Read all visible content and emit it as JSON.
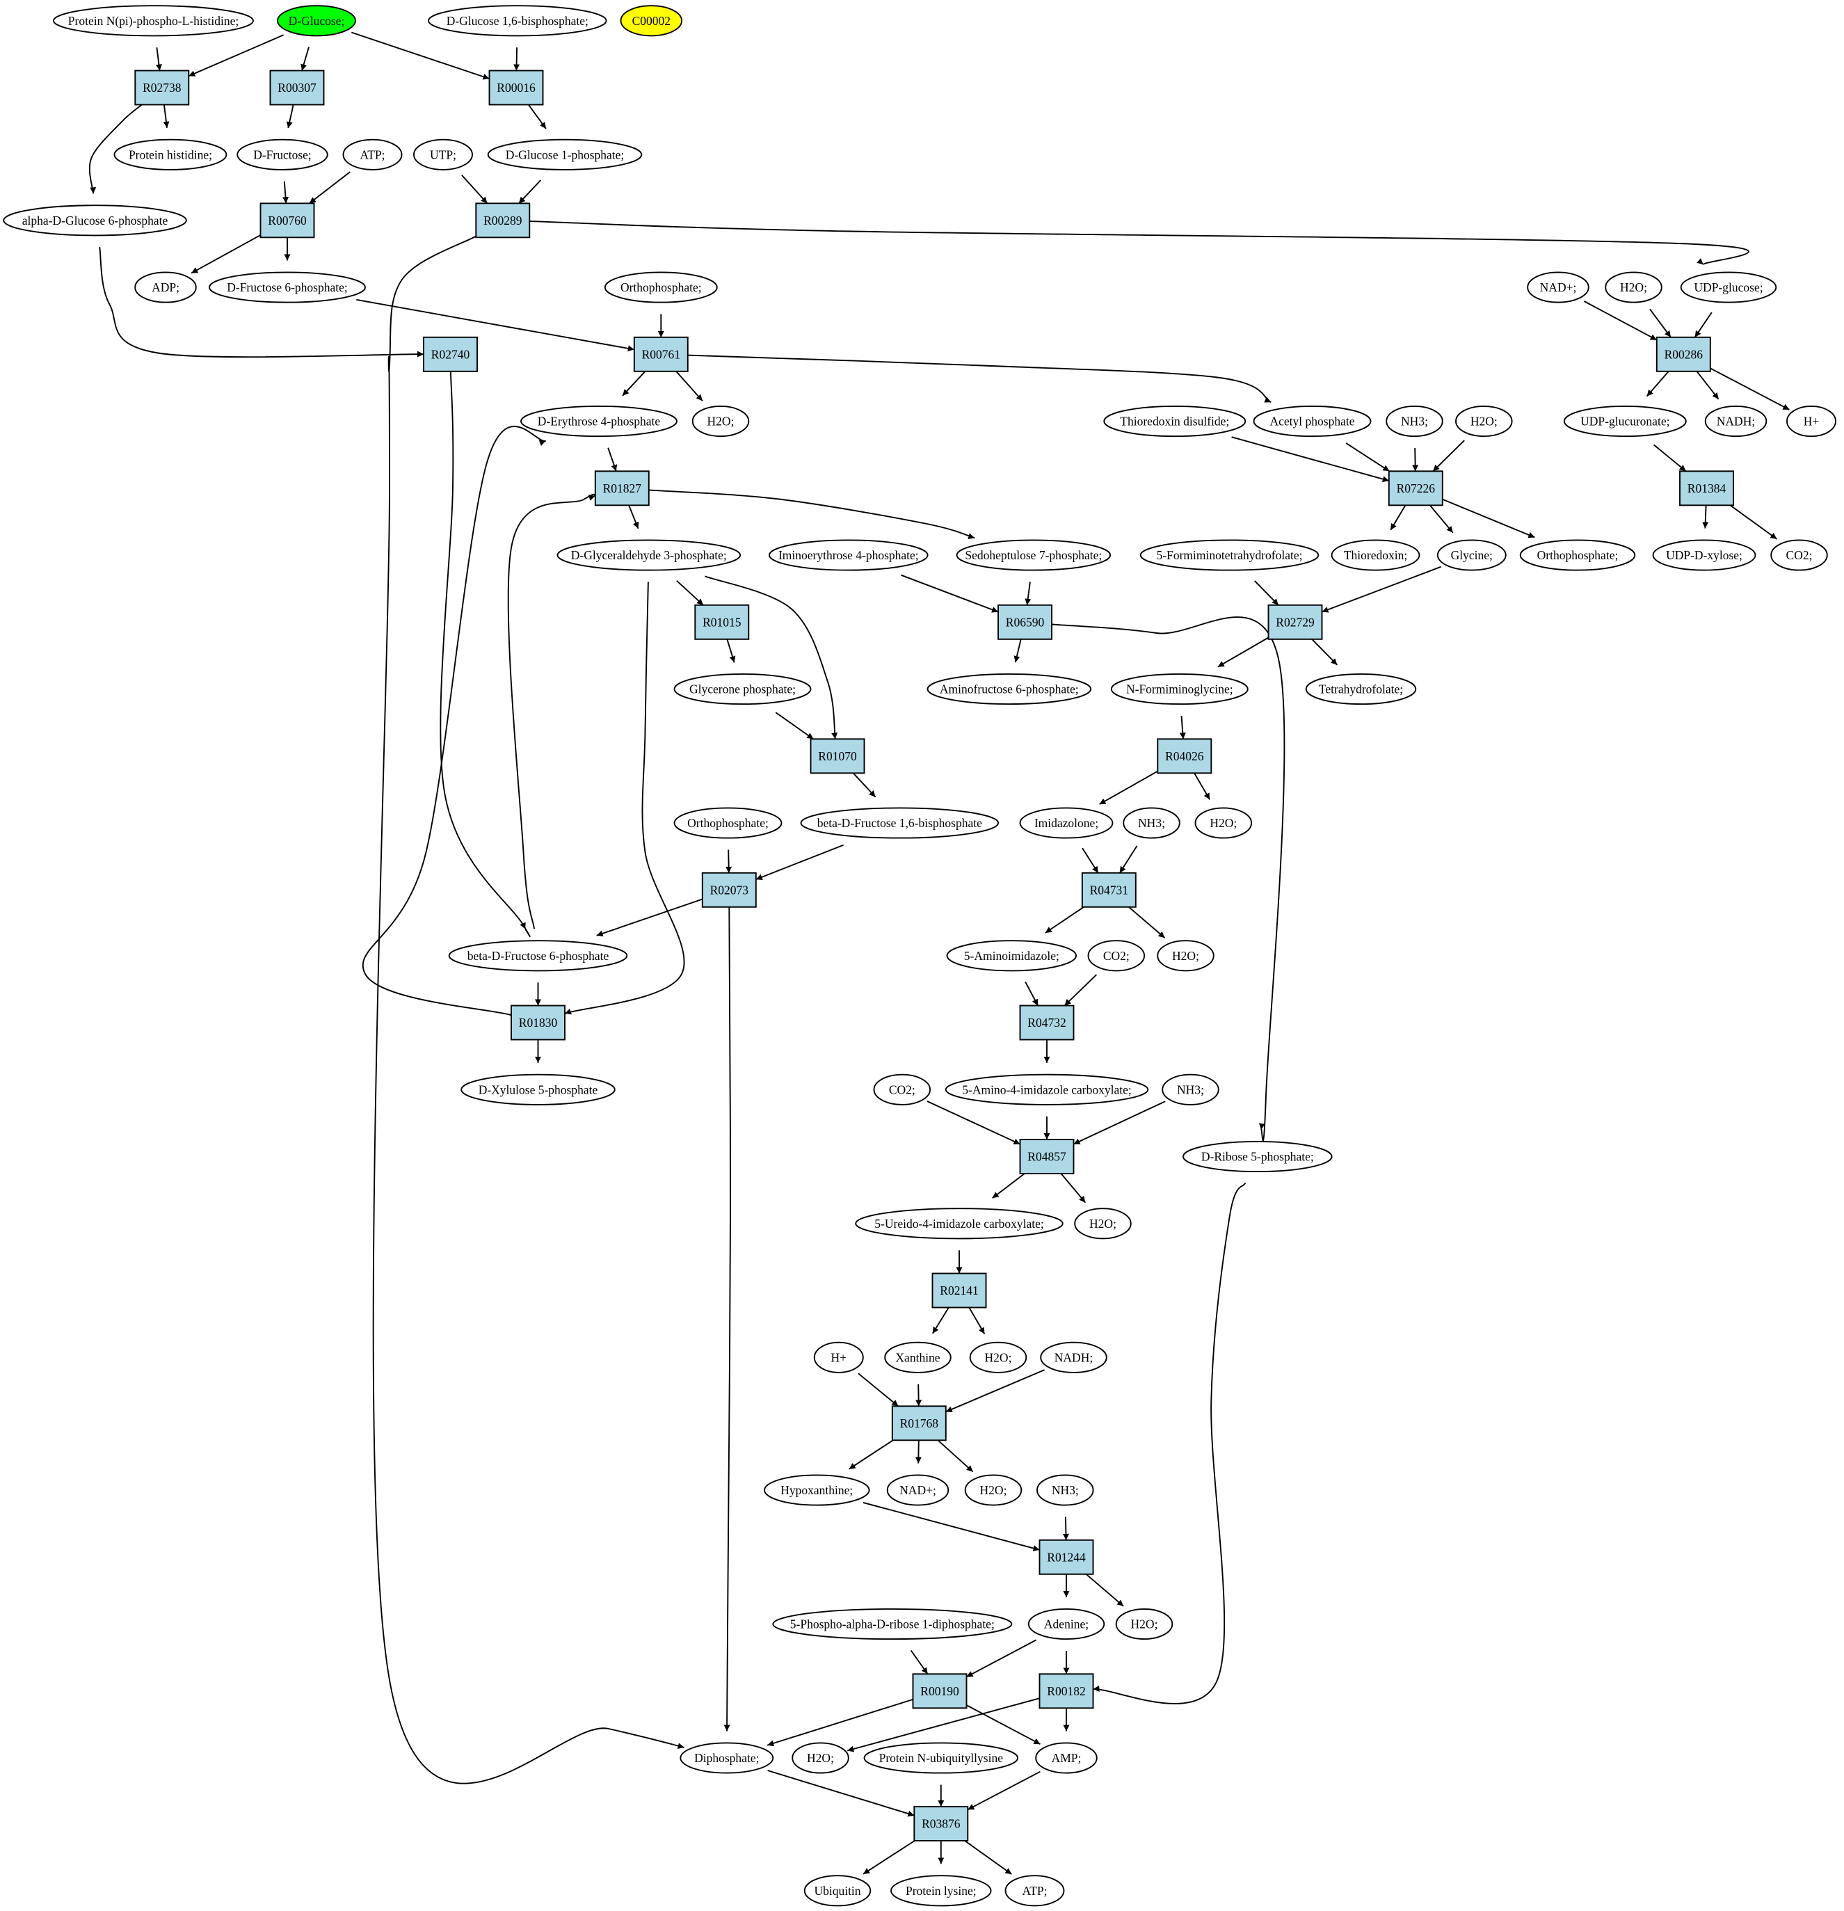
{
  "colors": {
    "reaction_fill": "#add8e6",
    "compound_fill": "#ffffff",
    "highlight_source": "#00ff00",
    "highlight_target": "#ffff00",
    "stroke": "#000000"
  },
  "nodes": {
    "c_pnphis": "Protein N(pi)-phospho-L-histidine;",
    "c_dglc": "D-Glucose;",
    "c_dglc16bp": "D-Glucose 1,6-bisphosphate;",
    "c_c00002": "C00002",
    "r_R02738": "R02738",
    "r_R00307": "R00307",
    "r_R00016": "R00016",
    "c_prothis": "Protein histidine;",
    "c_dfru": "D-Fructose;",
    "c_atp1": "ATP;",
    "c_utp": "UTP;",
    "c_dglc1p": "D-Glucose 1-phosphate;",
    "c_aglc6p": "alpha-D-Glucose 6-phosphate",
    "r_R00760": "R00760",
    "r_R00289": "R00289",
    "c_adp": "ADP;",
    "c_dfru6p": "D-Fructose 6-phosphate;",
    "c_orthop1": "Orthophosphate;",
    "c_nadp1": "NAD+;",
    "c_h2o_a": "H2O;",
    "c_udpglc": "UDP-glucose;",
    "r_R02740": "R02740",
    "r_R00761": "R00761",
    "r_R00286": "R00286",
    "c_de4p": "D-Erythrose 4-phosphate",
    "c_h2o_b": "H2O;",
    "c_trxds": "Thioredoxin disulfide;",
    "c_acp": "Acetyl phosphate",
    "c_nh3_a": "NH3;",
    "c_h2o_c": "H2O;",
    "c_udpglcur": "UDP-glucuronate;",
    "c_nadh1": "NADH;",
    "c_hplus1": "H+",
    "r_R01827": "R01827",
    "r_R07226": "R07226",
    "r_R01384": "R01384",
    "c_g3p": "D-Glyceraldehyde 3-phosphate;",
    "c_ie4p": "Iminoerythrose 4-phosphate;",
    "c_s7p": "Sedoheptulose 7-phosphate;",
    "c_5fthf": "5-Formiminotetrahydrofolate;",
    "c_trx": "Thioredoxin;",
    "c_gly": "Glycine;",
    "c_orthop2": "Orthophosphate;",
    "c_udpxyl": "UDP-D-xylose;",
    "c_co2_a": "CO2;",
    "r_R01015": "R01015",
    "r_R06590": "R06590",
    "r_R02729": "R02729",
    "c_glyp": "Glycerone phosphate;",
    "c_af6p": "Aminofructose 6-phosphate;",
    "c_nfgly": "N-Formiminoglycine;",
    "c_thf": "Tetrahydrofolate;",
    "r_R01070": "R01070",
    "r_R04026": "R04026",
    "c_orthop3": "Orthophosphate;",
    "c_bfbp": "beta-D-Fructose 1,6-bisphosphate",
    "c_imidz": "Imidazolone;",
    "c_nh3_b": "NH3;",
    "c_h2o_d": "H2O;",
    "r_R02073": "R02073",
    "r_R04731": "R04731",
    "c_bf6p": "beta-D-Fructose 6-phosphate",
    "c_5aimz": "5-Aminoimidazole;",
    "c_co2_b": "CO2;",
    "c_h2o_e": "H2O;",
    "r_R01830": "R01830",
    "r_R04732": "R04732",
    "c_dx5p": "D-Xylulose 5-phosphate",
    "c_co2_c": "CO2;",
    "c_5a4icx": "5-Amino-4-imidazole carboxylate;",
    "c_nh3_c": "NH3;",
    "r_R04857": "R04857",
    "c_dr5p": "D-Ribose 5-phosphate;",
    "c_5u4icx": "5-Ureido-4-imidazole carboxylate;",
    "c_h2o_f": "H2O;",
    "r_R02141": "R02141",
    "c_hplus2": "H+",
    "c_xan": "Xanthine",
    "c_h2o_g": "H2O;",
    "c_nadh2": "NADH;",
    "r_R01768": "R01768",
    "c_hypx": "Hypoxanthine;",
    "c_nadp2": "NAD+;",
    "c_h2o_h": "H2O;",
    "c_nh3_d": "NH3;",
    "r_R01244": "R01244",
    "c_prpp": "5-Phospho-alpha-D-ribose 1-diphosphate;",
    "c_ade": "Adenine;",
    "c_h2o_i": "H2O;",
    "r_R00190": "R00190",
    "r_R00182": "R00182",
    "c_ppi": "Diphosphate;",
    "c_h2o_j": "H2O;",
    "c_pnub": "Protein N-ubiquityllysine",
    "c_amp": "AMP;",
    "r_R03876": "R03876",
    "c_ub": "Ubiquitin",
    "c_protlys": "Protein lysine;",
    "c_atp2": "ATP;"
  }
}
